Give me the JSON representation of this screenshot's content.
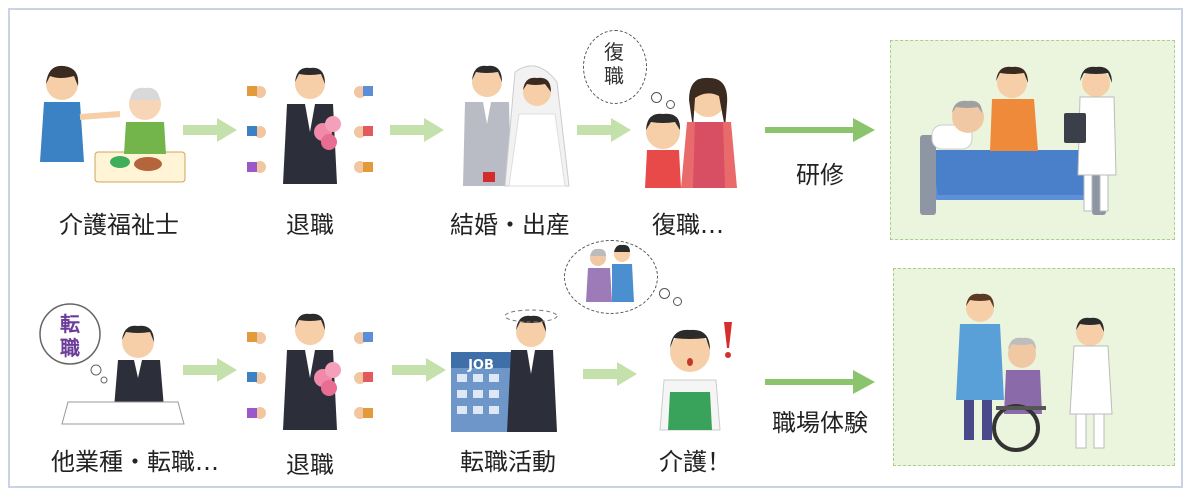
{
  "row1": {
    "steps": [
      "介護福祉士",
      "退職",
      "結婚・出産",
      "復職…"
    ],
    "thought": "復\n職",
    "arrow_label": "研修"
  },
  "row2": {
    "steps": [
      "他業種・転職…",
      "退職",
      "転職活動",
      "介護！"
    ],
    "thought_sign": "転\n職",
    "building_sign": "JOB",
    "arrow_label": "職場体験"
  },
  "colors": {
    "arrow": "#8cc46d",
    "arrow_light": "#c4e1ac",
    "box_fill": "#ebf5dd",
    "frame": "#c9d3e6"
  }
}
